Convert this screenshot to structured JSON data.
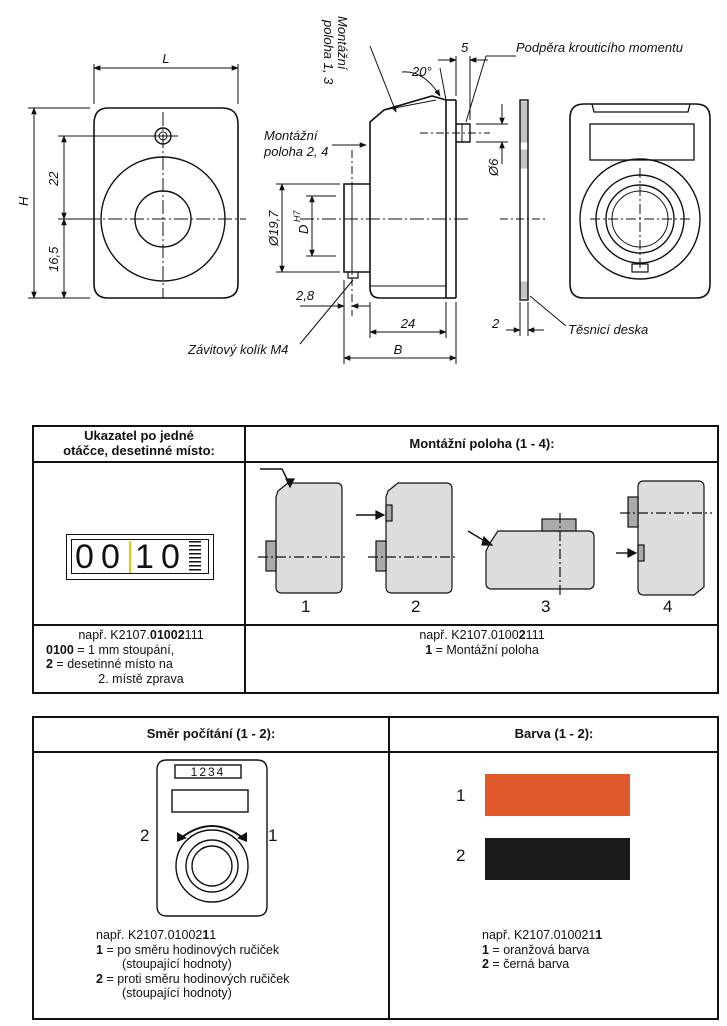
{
  "drawing": {
    "dims": {
      "L": "L",
      "H": "H",
      "d22": "22",
      "d165": "16,5",
      "d5": "5",
      "d20": "20°",
      "d197": "Ø19,7",
      "dD": "D",
      "dH7": "H7",
      "d6": "Ø6",
      "d28": "2,8",
      "d24": "24",
      "dB": "B",
      "d2": "2"
    },
    "labels": {
      "montazni_13": "Montážní\npoloha 1, 3",
      "montazni_24_l1": "Montážní",
      "montazni_24_l2": "poloha 2, 4",
      "podpera": "Podpěra krouticího momentu",
      "zavitovy": "Závitový kolík M4",
      "tesnici": "Těsnicí deska"
    }
  },
  "table1": {
    "head_left": "Ukazatel po jedné\notáčce, desetinné místo:",
    "head_right": "Montážní poloha (1 - 4):",
    "digits": [
      "0",
      "0",
      "1",
      "0"
    ],
    "positions": [
      "1",
      "2",
      "3",
      "4"
    ],
    "note_left": {
      "l1_pre": "např. K2107.",
      "l1_bold": "0100",
      "l1_bold2": "2",
      "l1_post": "111",
      "l2_bold": "0100",
      "l2_post": " = 1 mm stoupání,",
      "l3_bold": "2",
      "l3_post": " = desetinné místo na",
      "l4": "2. místě zprava"
    },
    "note_right": {
      "l1_pre": "např. K2107.0100",
      "l1_bold": "2",
      "l1_post": "111",
      "l2_bold": "1",
      "l2_post": " = Montážní poloha"
    }
  },
  "table2": {
    "head_left": "Směr počítání  (1 - 2):",
    "head_right": "Barva (1 - 2):",
    "counter_digits": "1234",
    "dir_left": "2",
    "dir_right": "1",
    "note_left": {
      "l1_pre": "např.  K2107.01002",
      "l1_bold": "1",
      "l1_post": "1",
      "l2_bold": "1",
      "l2_post": " = po směru hodinových ručiček",
      "l3": "(stoupající hodnoty)",
      "l4_bold": "2",
      "l4_post": " = proti směru hodinových ručiček",
      "l5": "(stoupající hodnoty)"
    },
    "colors": [
      {
        "num": "1",
        "hex": "#E0592A"
      },
      {
        "num": "2",
        "hex": "#1A1A1A"
      }
    ],
    "note_right": {
      "l1_pre": "např. K2107.010021",
      "l1_bold": "1",
      "l2_bold": "1",
      "l2_post": " = oranžová barva",
      "l3_bold": "2",
      "l3_post": " = černá barva"
    }
  }
}
